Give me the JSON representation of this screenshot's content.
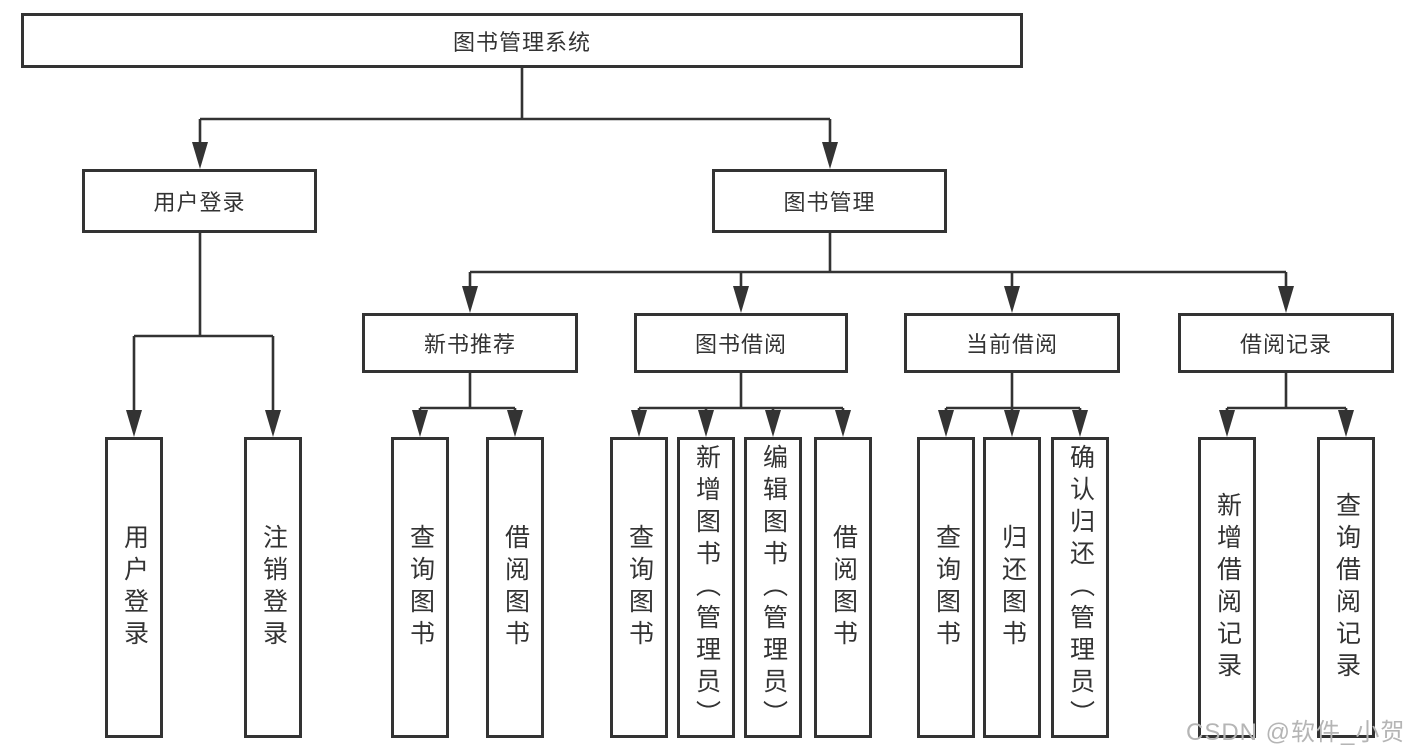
{
  "diagram": {
    "title": "图书管理系统",
    "branches": [
      {
        "label": "用户登录",
        "children": [
          "用户登录",
          "注销登录"
        ]
      },
      {
        "label": "图书管理",
        "children": [
          {
            "label": "新书推荐",
            "children": [
              "查询图书",
              "借阅图书"
            ]
          },
          {
            "label": "图书借阅",
            "children": [
              "查询图书",
              "新增图书（管理员）",
              "编辑图书（管理员）",
              "借阅图书"
            ]
          },
          {
            "label": "当前借阅",
            "children": [
              "查询图书",
              "归还图书",
              "确认归还（管理员）"
            ]
          },
          {
            "label": "借阅记录",
            "children": [
              "新增借阅记录",
              "查询借阅记录"
            ]
          }
        ]
      }
    ]
  },
  "watermark": "CSDN @软件_小贺同学",
  "colors": {
    "line": "#333333",
    "box_border": "#333333",
    "box_fill": "#ffffff",
    "text": "#333333",
    "watermark": "#b5b5b5"
  }
}
